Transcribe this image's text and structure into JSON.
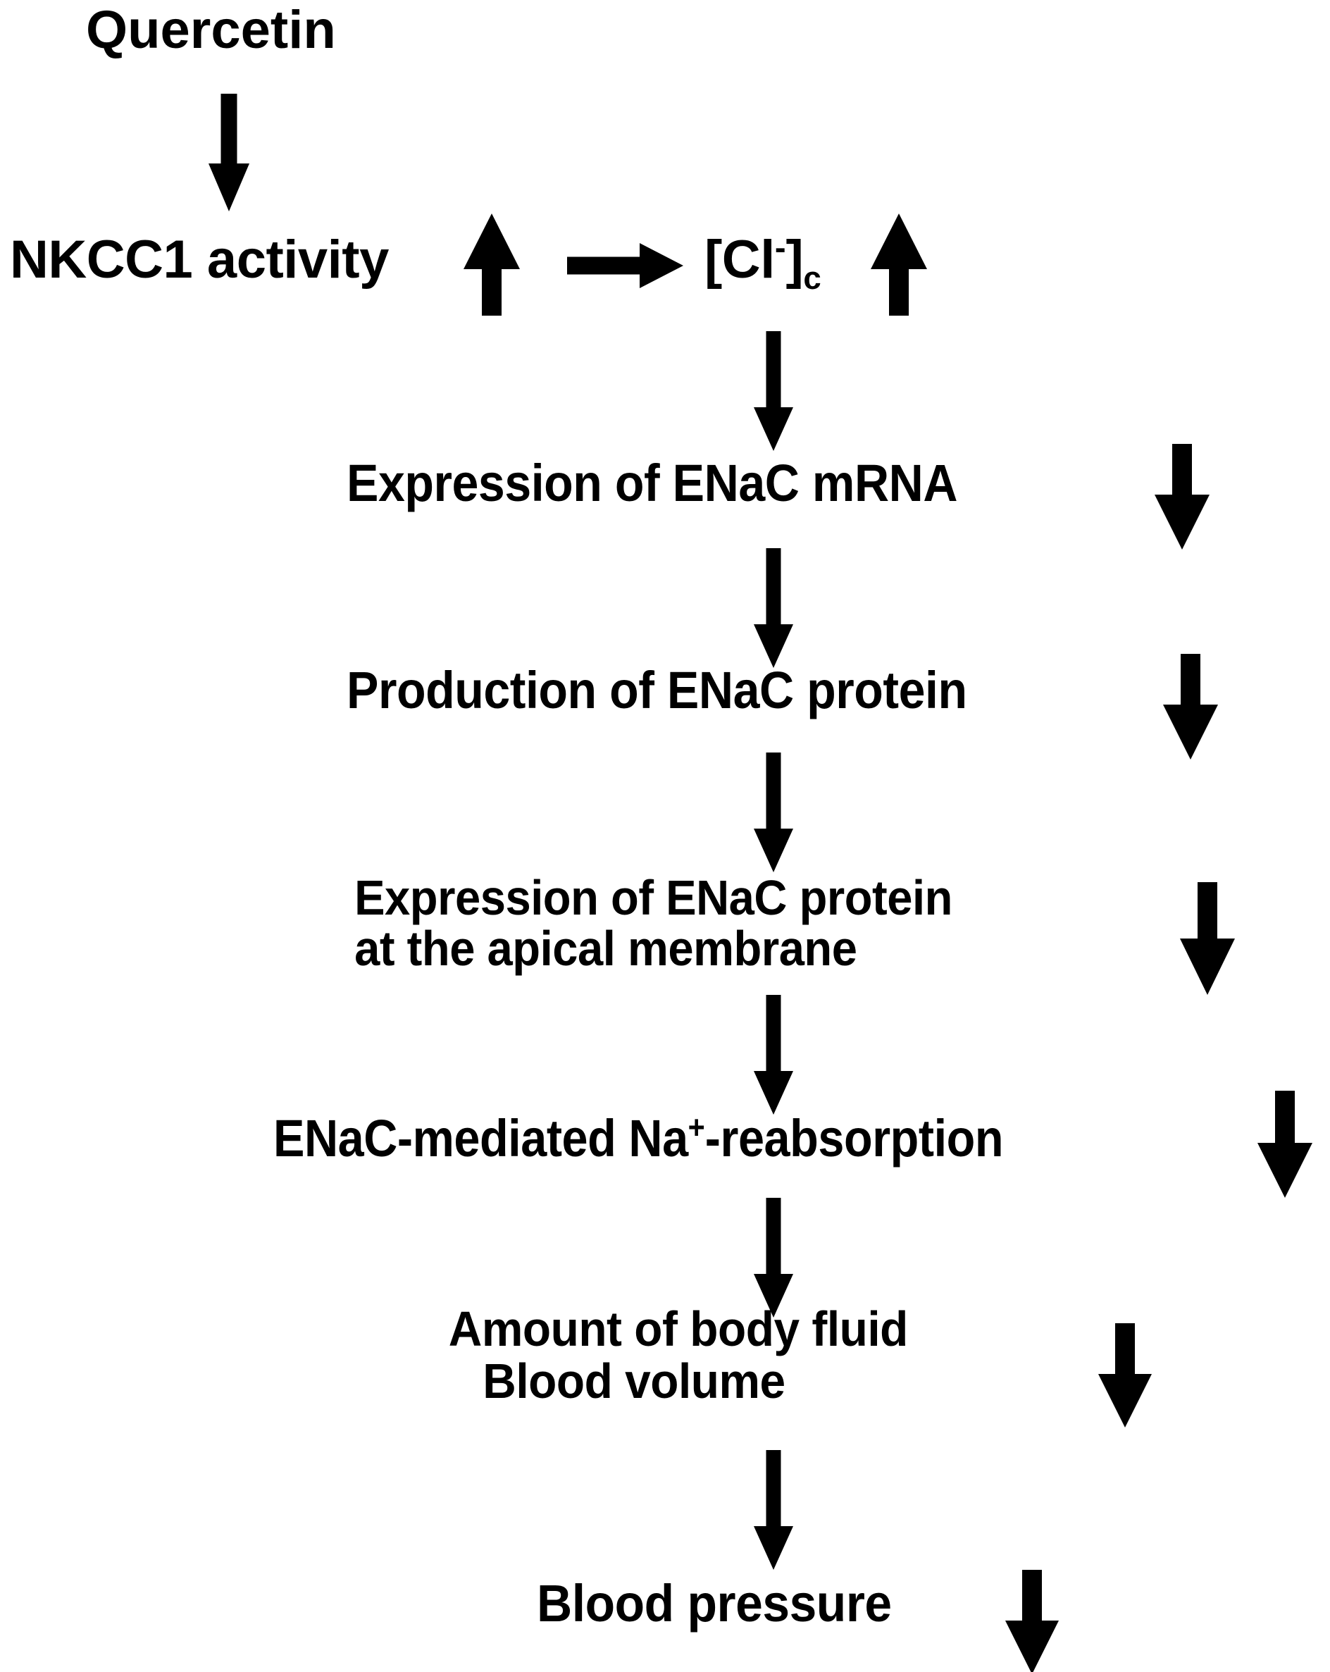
{
  "diagram": {
    "title": "Quercetin signaling pathway leading to reduced blood pressure",
    "background_color": "#ffffff",
    "ink_color": "#000000",
    "nodes": [
      {
        "id": "quercetin",
        "label": "Quercetin",
        "trend": null
      },
      {
        "id": "nkcc1-activity",
        "label": "NKCC1 activity",
        "trend": "up"
      },
      {
        "id": "chloride-concentration",
        "label_parts": {
          "lead": "[Cl",
          "superscript": "-",
          "close": "]",
          "subscript": "c"
        },
        "label": "[Cl-]c",
        "trend": "up"
      },
      {
        "id": "enac-mrna-expression",
        "label": "Expression of ENaC mRNA",
        "trend": "down"
      },
      {
        "id": "enac-protein-production",
        "label": "Production of ENaC protein",
        "trend": "down"
      },
      {
        "id": "enac-protein-apical",
        "label_line1": "Expression of ENaC protein",
        "label_line2": "at the apical membrane",
        "label": "Expression of ENaC protein at the apical membrane",
        "trend": "down"
      },
      {
        "id": "na-reabsorption",
        "label_parts": {
          "lead": "ENaC-mediated Na",
          "superscript": "+",
          "tail": "-reabsorption"
        },
        "label": "ENaC-mediated Na+-reabsorption",
        "trend": "down"
      },
      {
        "id": "body-fluid-blood-volume",
        "label_line1": "Amount of body fluid",
        "label_line2": "Blood volume",
        "label": "Amount of body fluid / Blood volume",
        "trend": "down"
      },
      {
        "id": "blood-pressure",
        "label": "Blood pressure",
        "trend": "down"
      }
    ],
    "edges": [
      {
        "from": "quercetin",
        "to": "nkcc1-activity",
        "direction": "down"
      },
      {
        "from": "nkcc1-activity",
        "to": "chloride-concentration",
        "direction": "right"
      },
      {
        "from": "chloride-concentration",
        "to": "enac-mrna-expression",
        "direction": "down"
      },
      {
        "from": "enac-mrna-expression",
        "to": "enac-protein-production",
        "direction": "down"
      },
      {
        "from": "enac-protein-production",
        "to": "enac-protein-apical",
        "direction": "down"
      },
      {
        "from": "enac-protein-apical",
        "to": "na-reabsorption",
        "direction": "down"
      },
      {
        "from": "na-reabsorption",
        "to": "body-fluid-blood-volume",
        "direction": "down"
      },
      {
        "from": "body-fluid-blood-volume",
        "to": "blood-pressure",
        "direction": "down"
      }
    ]
  }
}
